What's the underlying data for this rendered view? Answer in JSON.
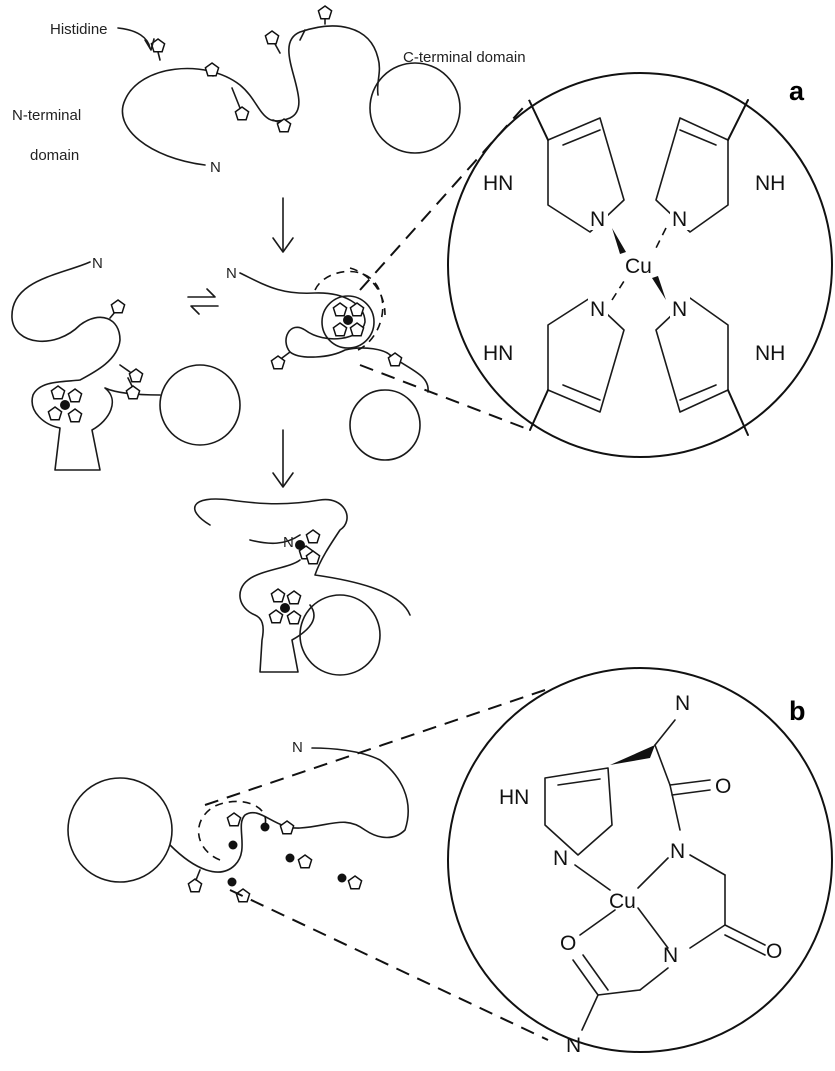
{
  "labels": {
    "histidine": "Histidine",
    "c_terminal": "C-terminal domain",
    "n_terminal_1": "N-terminal",
    "n_terminal_2": "domain",
    "n": "N"
  },
  "panels": {
    "a": "a",
    "b": "b"
  },
  "atoms": {
    "hn": "HN",
    "nh": "NH",
    "n": "N",
    "cu": "Cu",
    "o": "O"
  },
  "colors": {
    "ink": "#111111",
    "background": "#ffffff"
  }
}
